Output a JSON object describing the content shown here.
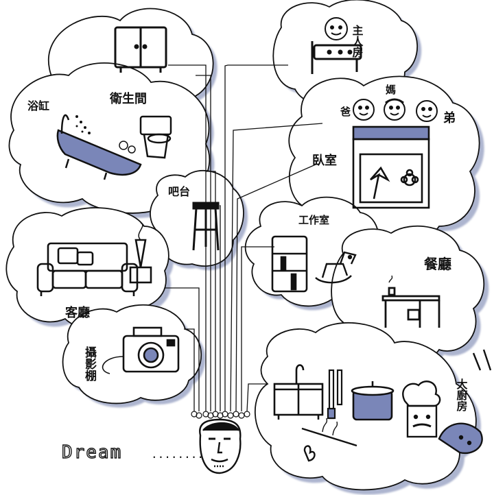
{
  "colors": {
    "ink": "#111111",
    "shadow": "#5a6a9e",
    "paper": "#ffffff"
  },
  "rooms": {
    "master_bedroom": "主人房",
    "bathroom": "衛生間",
    "bathtub": "浴缸",
    "bar": "吧台",
    "bedroom": "臥室",
    "mom": "媽",
    "dad": "爸",
    "brother": "弟",
    "studio": "工作室",
    "living_room": "客廳",
    "dining_room": "餐廳",
    "photo_studio": "攝影棚",
    "kitchen": "大廚房"
  },
  "footer": {
    "dream": "Dream",
    "trail": "........"
  }
}
